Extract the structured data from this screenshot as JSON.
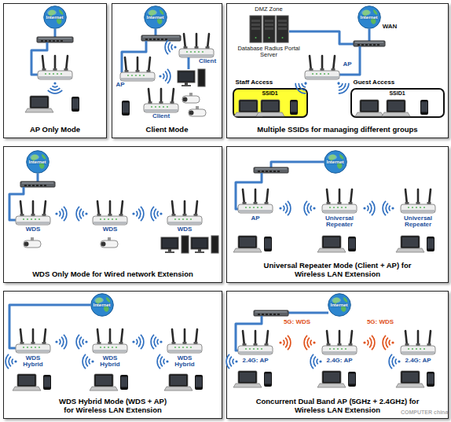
{
  "diagram": {
    "nodes": [
      {
        "text": [
          "AP Only Mode"
        ]
      },
      {
        "text": [
          "Internet"
        ],
        "in": 0
      },
      {
        "text": [
          "Client Mode"
        ]
      },
      {
        "text": [
          "Internet"
        ],
        "in": 2
      },
      {
        "text": [
          "Multiple SSIDs for managing different groups"
        ]
      },
      {
        "text": [
          "Internet"
        ],
        "in": 4
      },
      {
        "text": [
          "Staff Access",
          "SSID1"
        ],
        "in": 4
      },
      {
        "text": [
          "Guest Access",
          "SSID1"
        ],
        "in": 4
      },
      {
        "text": [
          "WDS Only Mode for Wired network Extension"
        ]
      },
      {
        "text": [
          "Internet"
        ],
        "in": 8
      },
      {
        "text": [
          "Universal Repeater Mode (Client + AP) for Wireless LAN Extension"
        ]
      },
      {
        "text": [
          "Internet"
        ],
        "in": 10
      },
      {
        "text": [
          "WDS Hybrid Mode (WDS + AP) for Wireless LAN Extension"
        ]
      },
      {
        "text": [
          "Internet"
        ],
        "in": 12
      },
      {
        "text": [
          "Concurrent Dual Band AP (5GHz + 2.4GHz) for Wireless LAN Extension"
        ]
      },
      {
        "text": [
          "Internet"
        ],
        "in": 14
      }
    ],
    "labels": [
      "AP",
      "Client",
      "Client",
      "DMZ Zone",
      "Database Radius Portal Server",
      "WAN",
      "AP",
      "WDS",
      "WDS",
      "WDS",
      "AP",
      "Universal Repeater",
      "Universal Repeater",
      "WDS Hybrid",
      "WDS Hybrid",
      "WDS Hybrid",
      "5G: WDS",
      "5G: WDS",
      "2.4G: AP",
      "2.4G: AP",
      "2.4G: AP",
      "COMPUTER china"
    ]
  }
}
